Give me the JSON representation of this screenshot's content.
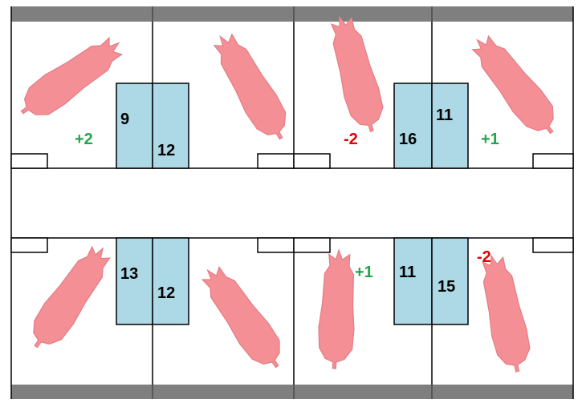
{
  "colors": {
    "pig": "#f48f96",
    "pig_edge": "#e57c84",
    "feeder": "#add8e6",
    "wall": "#7f7f7f",
    "line": "#000000",
    "positive": "#1fa64a",
    "negative": "#e60000",
    "value": "#000000"
  },
  "pens": [
    {
      "id": "top-left",
      "left_value": "9",
      "right_value": "12",
      "left_change": "+2",
      "right_change": ""
    },
    {
      "id": "top-right",
      "left_value": "16",
      "right_value": "11",
      "left_change": "-2",
      "right_change": "+1"
    },
    {
      "id": "bottom-left",
      "left_value": "13",
      "right_value": "12",
      "left_change": "",
      "right_change": ""
    },
    {
      "id": "bottom-right",
      "left_value": "11",
      "right_value": "15",
      "left_change": "+1",
      "right_change": "-2"
    }
  ],
  "icons": {
    "pig": "pig-icon"
  }
}
